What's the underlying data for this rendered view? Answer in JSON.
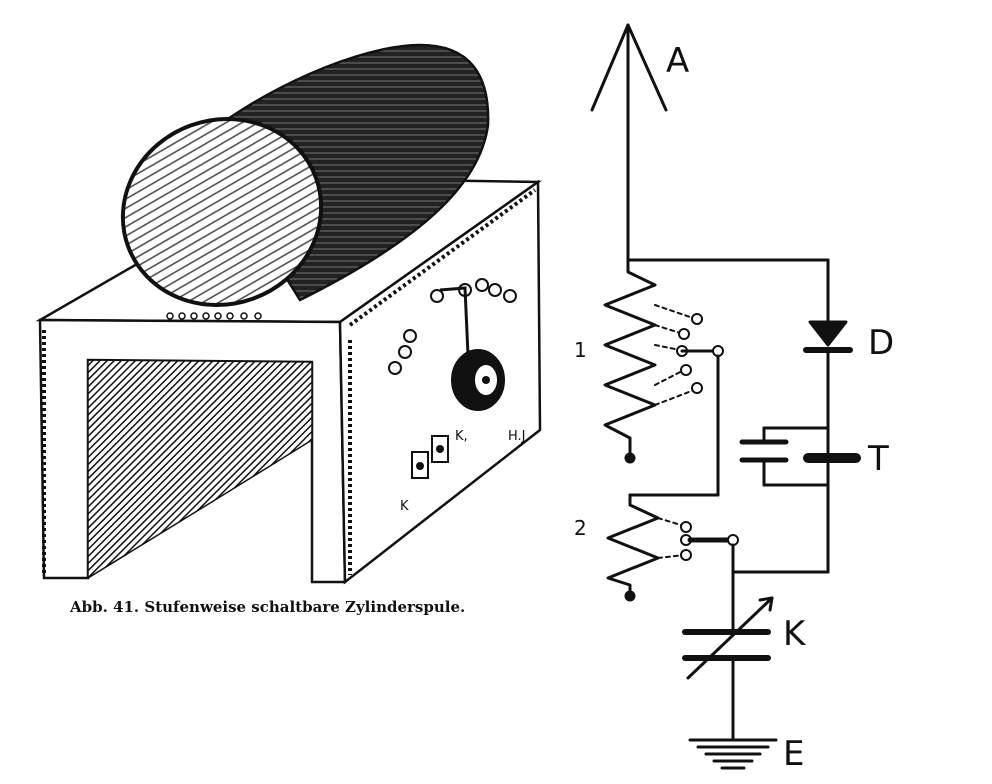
{
  "caption": "Abb. 41.  Stufenweise schaltbare Zylinderspule.",
  "apparatus": {
    "labels": {
      "k": "K",
      "k1": "K,",
      "hj": "H.J"
    }
  },
  "schematic": {
    "labels": {
      "antenna": "A",
      "detector": "D",
      "telephone": "T",
      "coil_1": "1",
      "coil_2": "2",
      "capacitor": "K",
      "earth": "E"
    }
  },
  "colors": {
    "ink": "#111111",
    "paper": "#ffffff"
  }
}
